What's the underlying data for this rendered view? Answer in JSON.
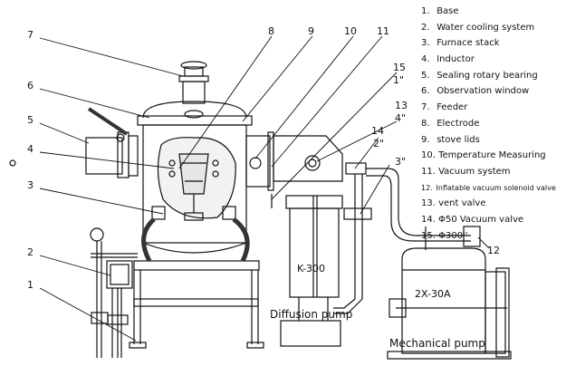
{
  "legend": [
    {
      "num": "1.",
      "label": "Base"
    },
    {
      "num": "2.",
      "label": "Water cooling system"
    },
    {
      "num": "3.",
      "label": "Furnace stack"
    },
    {
      "num": "4.",
      "label": "Inductor"
    },
    {
      "num": "5.",
      "label": "Sealing rotary bearing"
    },
    {
      "num": "6.",
      "label": "Observation window"
    },
    {
      "num": "7.",
      "label": "Feeder"
    },
    {
      "num": "8.",
      "label": "Electrode"
    },
    {
      "num": "9.",
      "label": "stove lids"
    },
    {
      "num": "10.",
      "label": "Temperature Measuring"
    },
    {
      "num": "11.",
      "label": "Vacuum system"
    },
    {
      "num": "12.",
      "label": "Inflatable vacuum solenoid valve"
    },
    {
      "num": "13.",
      "label": "vent valve"
    },
    {
      "num": "14.",
      "label": "Φ50 Vacuum valve"
    },
    {
      "num": "15.",
      "label": "Φ300''"
    }
  ],
  "callouts": {
    "c1": "1",
    "c2": "2",
    "c3": "3",
    "c4": "4",
    "c5": "5",
    "c6": "6",
    "c7": "7",
    "c8": "8",
    "c9": "9",
    "c10": "10",
    "c11": "11",
    "c12": "12",
    "c13": "13",
    "c14": "14",
    "c15": "15",
    "d1": "1\"",
    "d2": "2\"",
    "d3": "3\"",
    "d4": "4\""
  },
  "equipment": {
    "diffusion_model": "K-300",
    "diffusion_label": "Diffusion pump",
    "mechanical_model": "2X-30A",
    "mechanical_label": "Mechanical pump"
  }
}
